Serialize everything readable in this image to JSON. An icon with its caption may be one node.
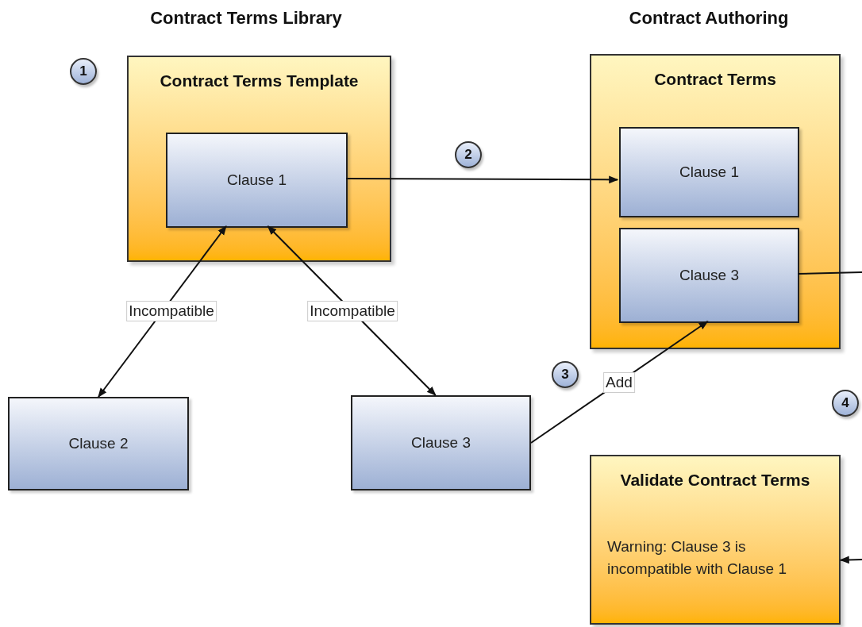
{
  "diagram": {
    "nodes": [
      {
        "text": [
          "Contract Terms Template"
        ]
      },
      {
        "text": [
          "Clause 1"
        ],
        "in": 0
      },
      {
        "text": [
          "Contract Terms"
        ]
      },
      {
        "text": [
          "Clause 1"
        ],
        "in": 2
      },
      {
        "text": [
          "Clause 3"
        ],
        "in": 2
      },
      {
        "text": [
          "Clause 2"
        ]
      },
      {
        "text": [
          "Clause 3"
        ]
      },
      {
        "text": [
          "Validate Contract Terms",
          "Warning: Clause 3 is incompatible with Clause 1"
        ]
      },
      {
        "text": [
          "1"
        ]
      },
      {
        "text": [
          "2"
        ]
      },
      {
        "text": [
          "3"
        ]
      },
      {
        "text": [
          "4"
        ]
      }
    ],
    "edges": [
      {
        "from": 1,
        "to": 3,
        "arrow": "to"
      },
      {
        "from": 5,
        "to": 1,
        "arrow": "both",
        "label": "Incompatible"
      },
      {
        "from": 6,
        "to": 1,
        "arrow": "both",
        "label": "Incompatible"
      },
      {
        "from": 6,
        "to": 4,
        "arrow": "to",
        "label": "Add"
      },
      {
        "from": 4,
        "to": null,
        "arrow": "none"
      },
      {
        "from": null,
        "to": 7,
        "arrow": "to"
      }
    ],
    "labels": [
      "Contract Terms Library",
      "Contract Authoring"
    ]
  }
}
